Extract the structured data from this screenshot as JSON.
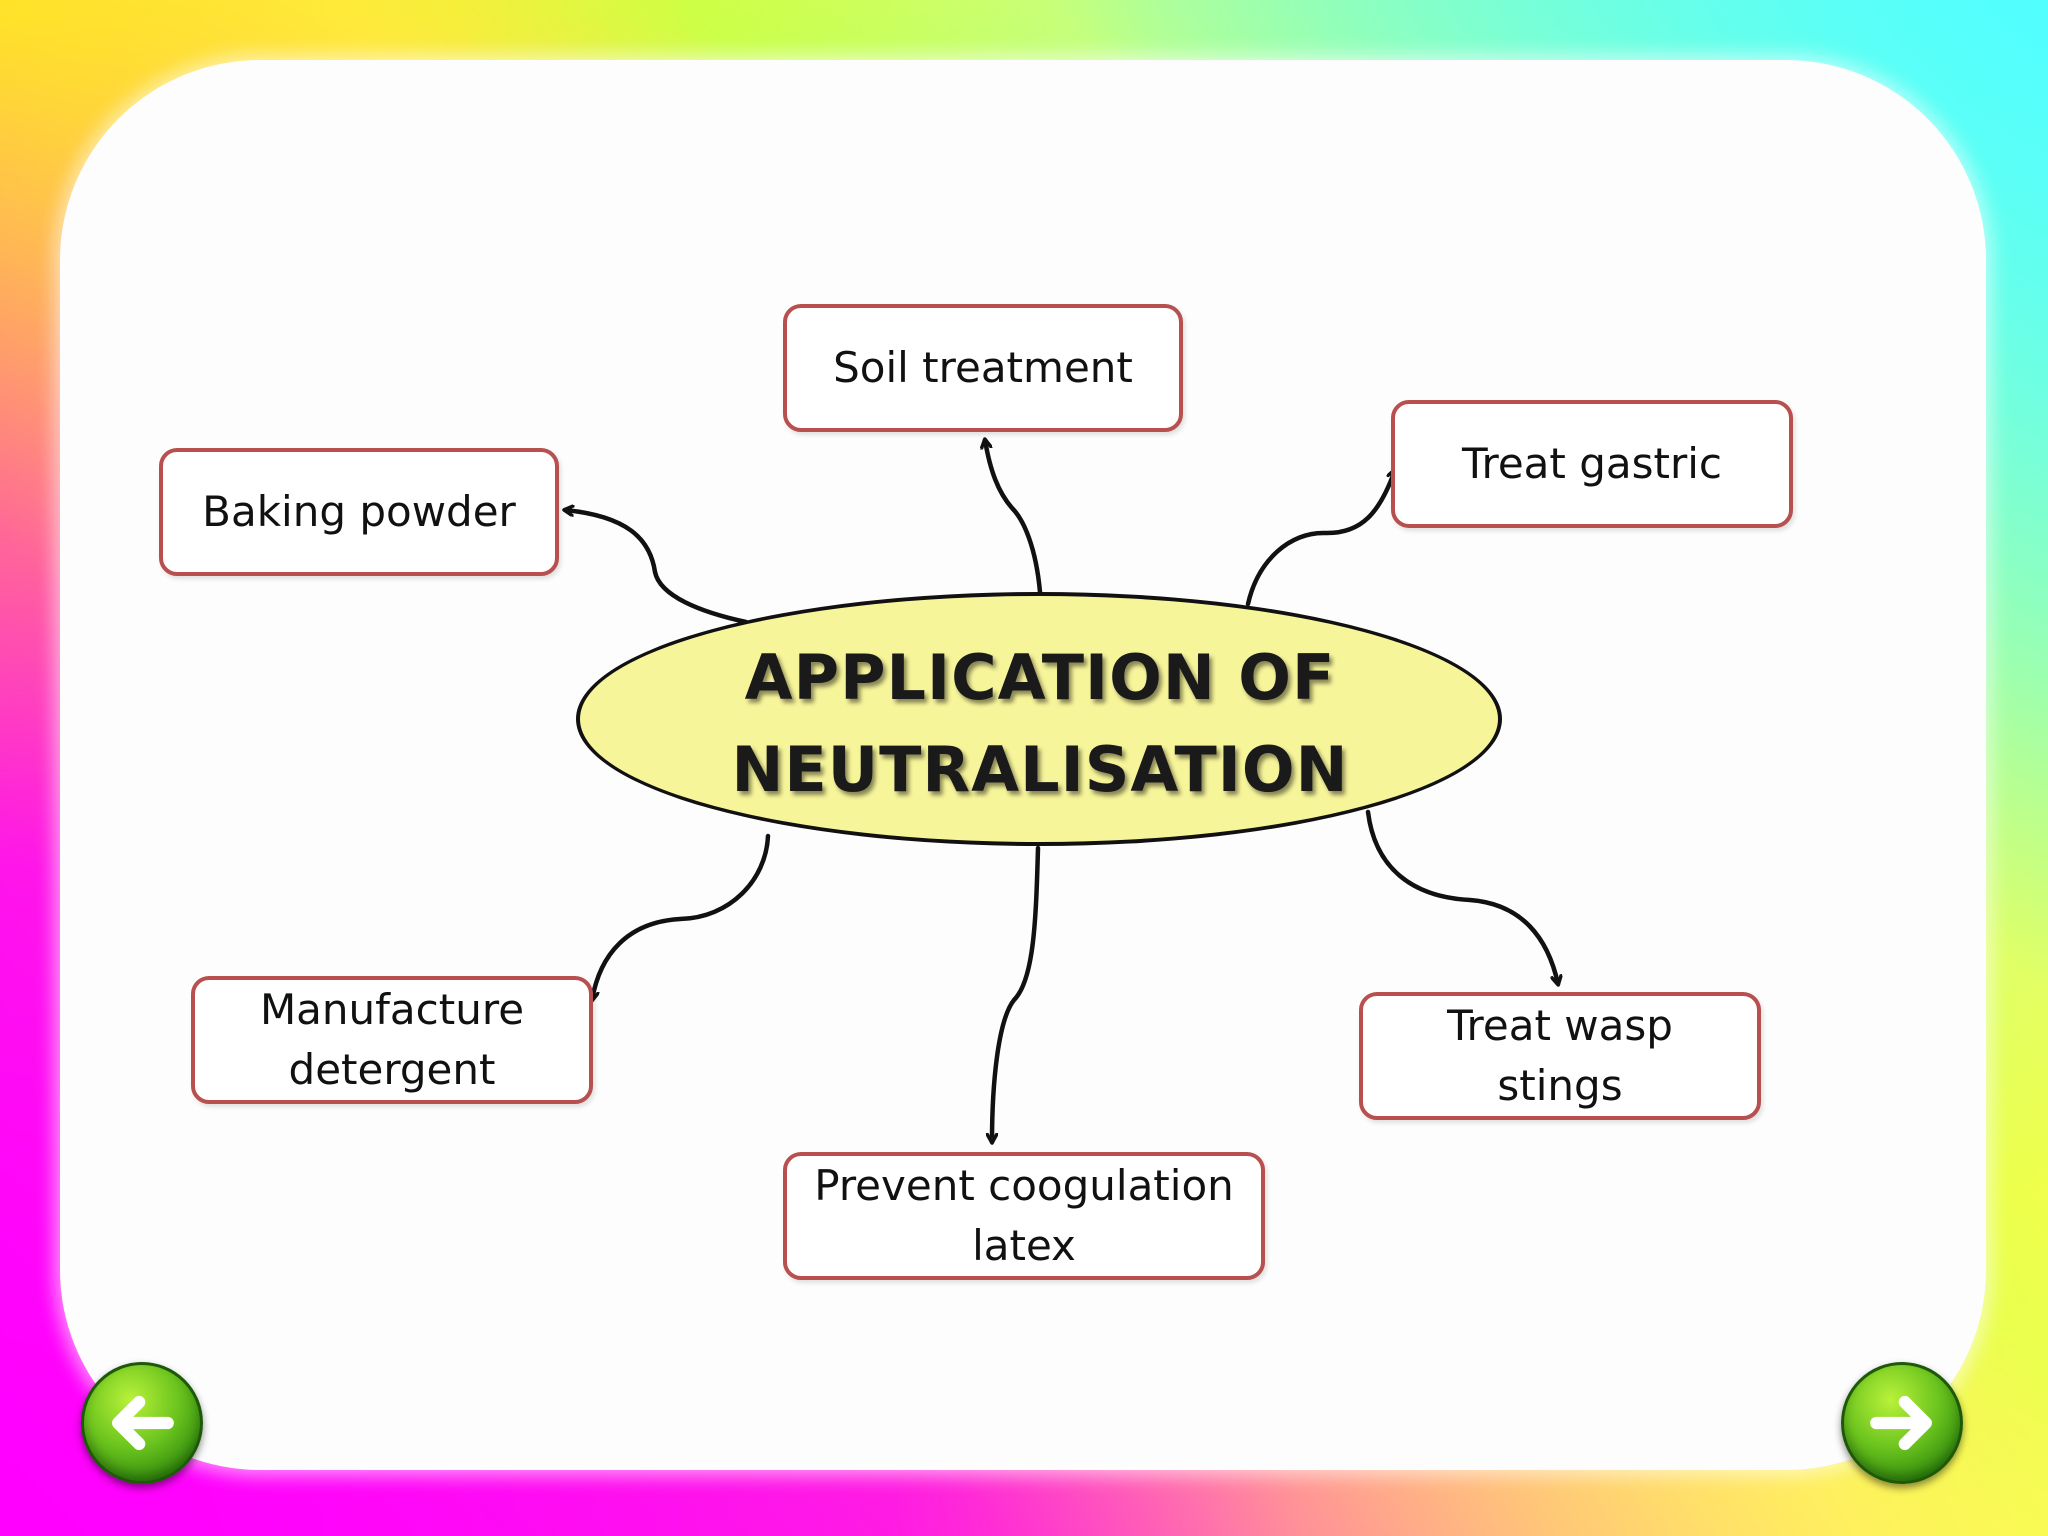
{
  "diagram": {
    "title_line1": "APPLICATION OF",
    "title_line2": "NEUTRALISATION",
    "nodes": {
      "soil_treatment": {
        "label": "Soil treatment"
      },
      "baking_powder": {
        "label": "Baking powder"
      },
      "treat_gastric": {
        "label": "Treat gastric"
      },
      "manufacture_detergent": {
        "line1": "Manufacture",
        "line2": "detergent"
      },
      "prevent_coagulation": {
        "line1": "Prevent coogulation",
        "line2": "latex"
      },
      "treat_wasp_stings": {
        "line1": "Treat wasp",
        "line2": "stings"
      }
    }
  },
  "navigation": {
    "previous_icon": "arrow-left-icon",
    "next_icon": "arrow-right-icon"
  },
  "colors": {
    "ellipse_fill": "#f7f59a",
    "node_border": "#b85050",
    "nav_button": "#5cb81a"
  }
}
